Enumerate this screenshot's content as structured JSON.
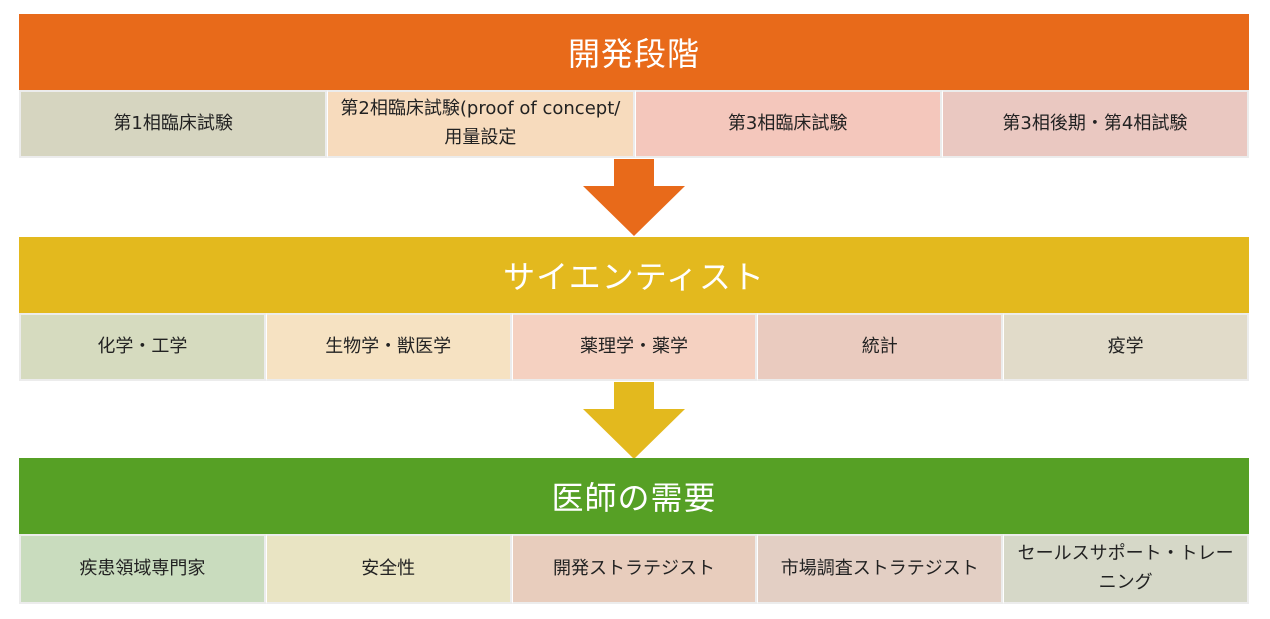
{
  "colors": {
    "banner1": "#e86a1a",
    "banner2": "#e3b91e",
    "banner3": "#56a025",
    "arrow1": "#e86a1a",
    "arrow2": "#e3b91e"
  },
  "development": {
    "title": "開発段階",
    "cells": [
      {
        "label": "第1相臨床試験",
        "color": "#d6d5c0"
      },
      {
        "label": "第2相臨床試験(proof of concept/用量設定",
        "color": "#f7dbbd"
      },
      {
        "label": "第3相臨床試験",
        "color": "#f4c7bc"
      },
      {
        "label": "第3相後期・第4相試験",
        "color": "#eac8c1"
      }
    ]
  },
  "scientists": {
    "title": "サイエンティスト",
    "cells": [
      {
        "label": "化学・工学",
        "color": "#d6dbbf"
      },
      {
        "label": "生物学・獣医学",
        "color": "#f6e2c2"
      },
      {
        "label": "薬理学・薬学",
        "color": "#f5d1c1"
      },
      {
        "label": "統計",
        "color": "#eacbbf"
      },
      {
        "label": "疫学",
        "color": "#e1dbc9"
      }
    ]
  },
  "physician_demand": {
    "title": "医師の需要",
    "cells": [
      {
        "label": "疾患領域専門家",
        "color": "#c9dcbe"
      },
      {
        "label": "安全性",
        "color": "#e9e4c3"
      },
      {
        "label": "開発ストラテジスト",
        "color": "#e8cdbd"
      },
      {
        "label": "市場調査ストラテジスト",
        "color": "#e3cfc4"
      },
      {
        "label": "セールスサポート・トレーニング",
        "color": "#d6d8c8"
      }
    ]
  }
}
